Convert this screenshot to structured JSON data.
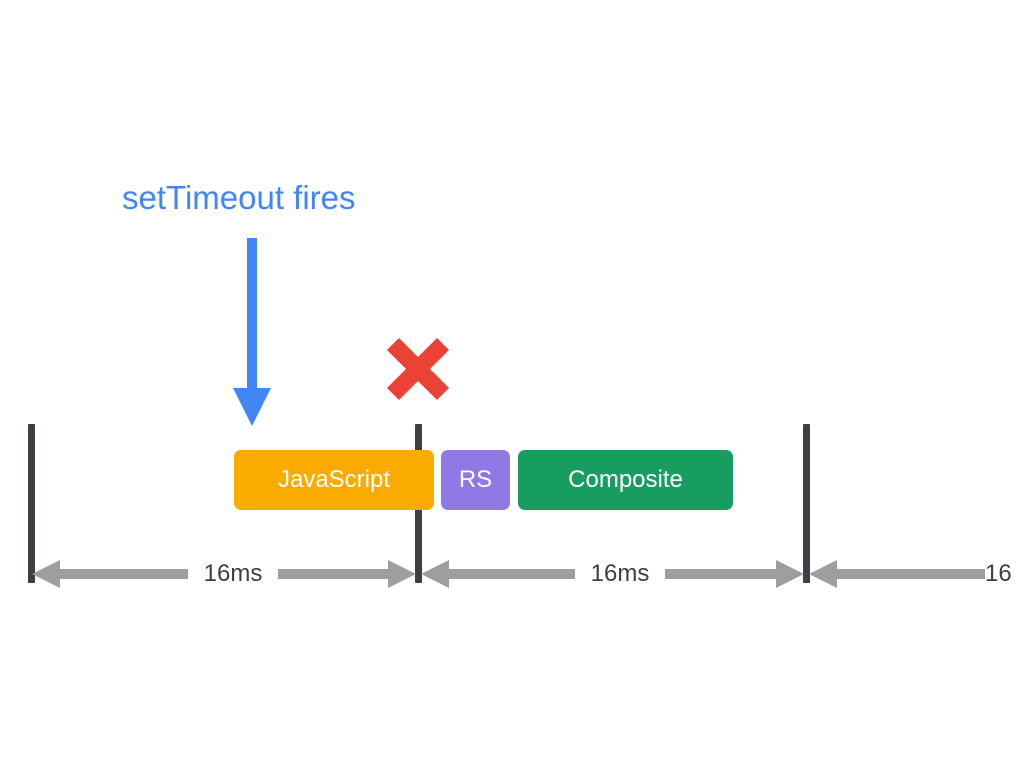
{
  "diagram": {
    "title_text": "setTimeout fires",
    "background_color": "#ffffff",
    "annotation": {
      "label": "setTimeout fires",
      "color": "#4285f4",
      "arrow_name": "down-arrow-icon",
      "arrow_color": "#4285f4"
    },
    "missed_frame_marker": {
      "icon": "x-cross-icon",
      "color": "#ea4335"
    },
    "frame_ticks": [
      {
        "name": "frame-tick-0",
        "color": "#3c4043"
      },
      {
        "name": "frame-tick-1",
        "color": "#3c4043"
      },
      {
        "name": "frame-tick-2",
        "color": "#3c4043"
      }
    ],
    "bars": [
      {
        "label": "JavaScript",
        "color": "#f9ab00",
        "text_color": "#ffffff"
      },
      {
        "label": "RS",
        "color": "#8f7ae5",
        "text_color": "#ffffff"
      },
      {
        "label": "Composite",
        "color": "#179d5f",
        "text_color": "#ffffff"
      }
    ],
    "measures": [
      {
        "label": "16ms",
        "color": "#9e9e9e",
        "text_color": "#3c4043"
      },
      {
        "label": "16ms",
        "color": "#9e9e9e",
        "text_color": "#3c4043"
      },
      {
        "label": "16",
        "color": "#9e9e9e",
        "text_color": "#3c4043"
      }
    ]
  },
  "chart_data": {
    "type": "bar",
    "title": "setTimeout fires",
    "xlabel": "",
    "ylabel": "",
    "categories": [
      "JavaScript",
      "RS",
      "Composite"
    ],
    "values": [
      184,
      69,
      215
    ],
    "annotations": [
      "setTimeout fires",
      "16ms",
      "16ms",
      "16"
    ],
    "legend": []
  }
}
